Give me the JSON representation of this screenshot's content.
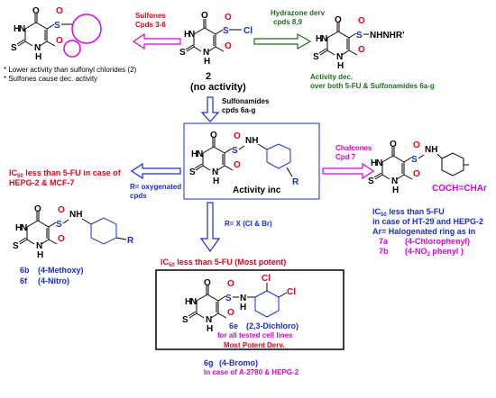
{
  "colors": {
    "red": "#e8001c",
    "blue": "#1a2cd6",
    "green": "#1f6b1f",
    "magenta": "#e000e0",
    "dark_red": "#8b0000",
    "black": "#000000"
  },
  "center": {
    "label_num": "2",
    "label_text": "(no activity)"
  },
  "sulfones": {
    "arrow_label_1": "Sulfones",
    "arrow_label_2": "Cpds 3-6",
    "note_1": "* Lower activity than sulfonyl chlorides (2)",
    "note_2": "* Sulfones cause dec. activity"
  },
  "hydrazone": {
    "arrow_label_1": "Hydrazone derv",
    "arrow_label_2": "cpds 8,9",
    "group": "NHNHR'",
    "note_1": "Activity dec.",
    "note_2": "over both 5-FU & Sulfonamides 6a-g"
  },
  "sulfonamides": {
    "arrow_label_1": "Sulfonamides",
    "arrow_label_2": "cpds 6a-g",
    "box_label": "Activity inc"
  },
  "oxygenated": {
    "ic50_prefix": "IC",
    "ic50_sub": "50",
    "ic50_rest": " less than 5-FU in case of",
    "line2": "HEPG-2 & MCF-7",
    "arrow_label_1": "R= oxygenated",
    "arrow_label_2": "cpds",
    "cmp_1_id": "6b",
    "cmp_1_name": "(4-Methoxy)",
    "cmp_2_id": "6f",
    "cmp_2_name": "(4-Nitro)"
  },
  "chalcones": {
    "arrow_label_1": "Chalcones",
    "arrow_label_2": "Cpd 7",
    "group": "COCH=CHAr",
    "ic50_prefix": "IC",
    "ic50_sub": "50",
    "ic50_rest": " less than 5-FU",
    "line2": "in case of HT-29 and HEPG-2",
    "line3": "Ar= Halogenated ring as in",
    "cmp_1_id": "7a",
    "cmp_1_name": "(4-Chlorophenyl)",
    "cmp_2_id": "7b",
    "cmp_2_name": "(4-NO",
    "cmp_2_sub": "2",
    "cmp_2_tail": " phenyl )"
  },
  "halogen": {
    "arrow_label": "R= X (Cl & Br)",
    "ic50_prefix": "IC",
    "ic50_sub": "50",
    "ic50_rest": " less than 5-FU (Most potent)",
    "cmp_id": "6e",
    "cmp_name": "(2,3-Dichloro)",
    "cmp_note": "for all tested cell lines",
    "box_label": "Most Potent Derv.",
    "extra_id": "6g",
    "extra_name": "(4-Bromo)",
    "extra_note": "In case of A-2780 & HEPG-2"
  },
  "atoms": {
    "O": "O",
    "N": "N",
    "H": "H",
    "S": "S",
    "Cl": "Cl",
    "NH": "NH",
    "R": "R"
  }
}
